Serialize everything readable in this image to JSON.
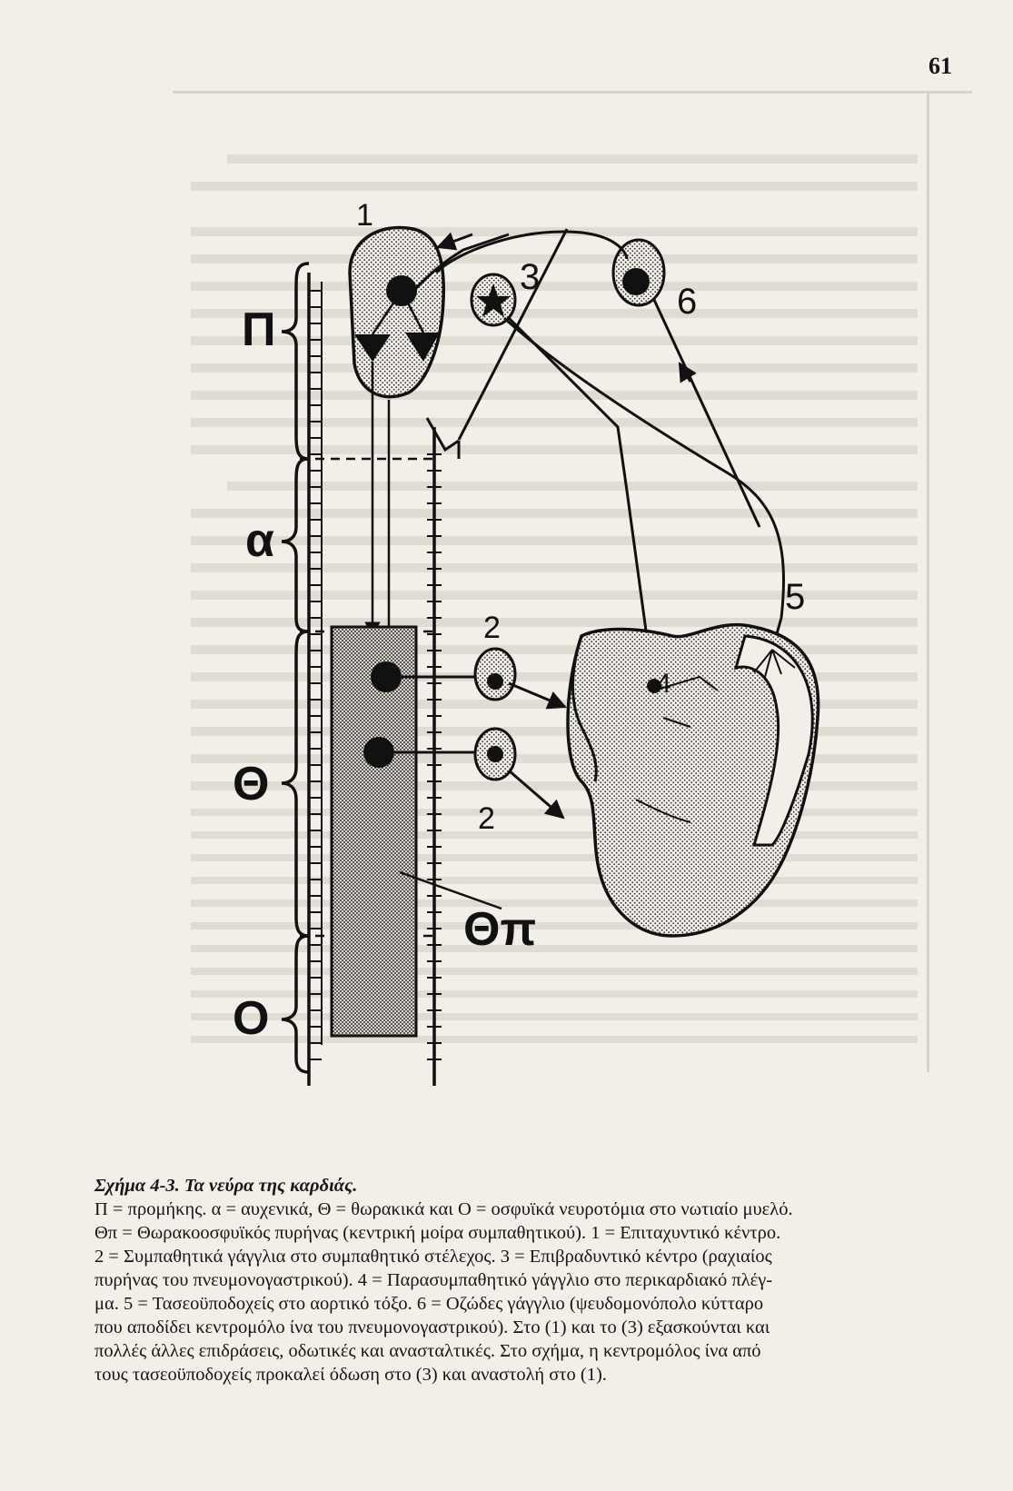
{
  "page_number": "61",
  "figure": {
    "labels": {
      "pi": "Π",
      "alpha": "α",
      "theta": "Θ",
      "omicron": "Ο",
      "theta_pi": "Θπ",
      "n1": "1",
      "n2a": "2",
      "n2b": "2",
      "n3": "3",
      "n4": "4",
      "n5": "5",
      "n6": "6"
    }
  },
  "caption": {
    "title": "Σχήμα 4-3. Τα νεύρα της καρδιάς.",
    "lines": [
      "Π = προμήκης. α = αυχενικά, Θ = θωρακικά και Ο = οσφυϊκά νευροτόμια στο νωτιαίο μυελό.",
      "Θπ = Θωρακοοσφυϊκός πυρήνας (κεντρική μοίρα συμπαθητικού). 1 = Επιταχυντικό κέντρο.",
      "2 = Συμπαθητικά γάγγλια στο συμπαθητικό στέλεχος. 3 = Επιβραδυντικό κέντρο (ραχιαίος",
      "πυρήνας του πνευμονογαστρικού). 4 = Παρασυμπαθητικό γάγγλιο στο περικαρδιακό πλέγ-",
      "μα. 5 = Τασεοϋποδοχείς στο αορτικό τόξο. 6 = Οζώδες γάγγλιο (ψευδομονόπολο κύτταρο",
      "που αποδίδει κεντρομόλο ίνα του πνευμονογαστρικού). Στο (1) και το (3) εξασκούνται και",
      "πολλές άλλες επιδράσεις, οδωτικές και ανασταλτικές. Στο σχήμα, η κεντρομόλος ίνα από",
      "τους τασεοϋποδοχείς προκαλεί όδωση στο (3) και αναστολή στο (1)."
    ]
  }
}
